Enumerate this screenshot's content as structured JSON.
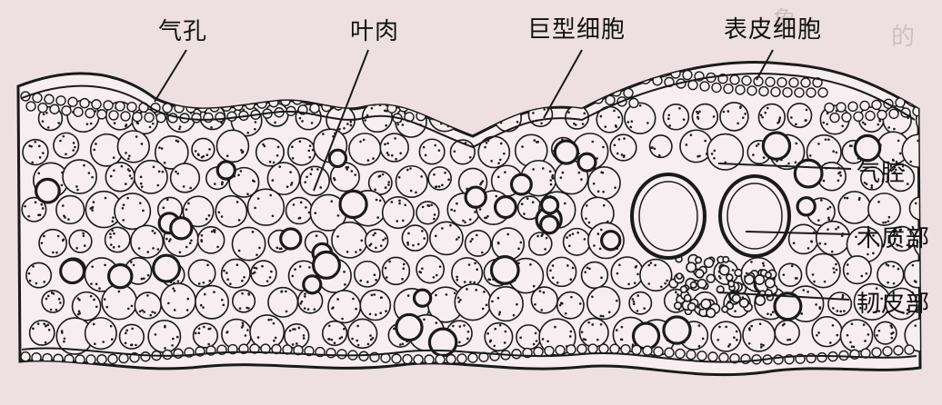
{
  "labels": {
    "stomata": "气孔",
    "mesophyll": "叶肉",
    "giant_cell": "巨型细胞",
    "epidermal_cell": "表皮细胞",
    "air_cavity": "气腔",
    "xylem": "木质部",
    "phloem": "韧皮部"
  },
  "colors": {
    "background": "#eedfe2",
    "ink": "#1a1a1a",
    "tissue_fill": "#f6eef0"
  }
}
